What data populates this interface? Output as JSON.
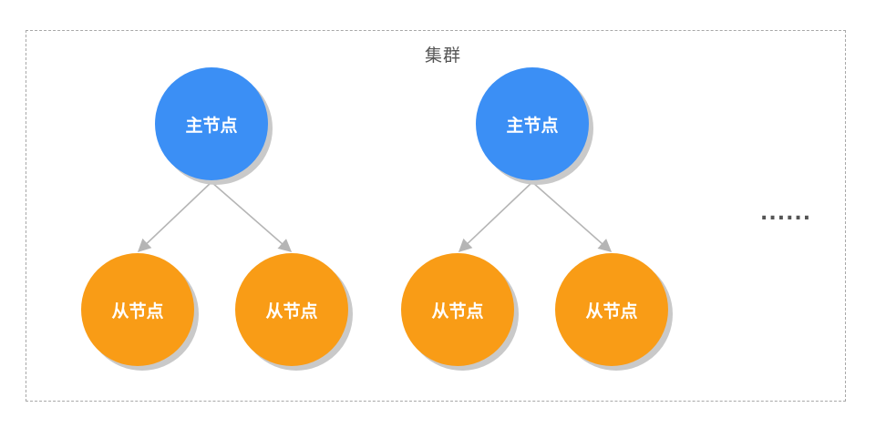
{
  "cluster": {
    "title": "集群",
    "ellipsis": "......",
    "groups": [
      {
        "master": "主节点",
        "slaves": [
          "从节点",
          "从节点"
        ]
      },
      {
        "master": "主节点",
        "slaves": [
          "从节点",
          "从节点"
        ]
      }
    ]
  },
  "colors": {
    "master": "#3b8ff5",
    "slave": "#f99c16",
    "edge": "#b5b5b5",
    "border": "#a8a8a8"
  }
}
